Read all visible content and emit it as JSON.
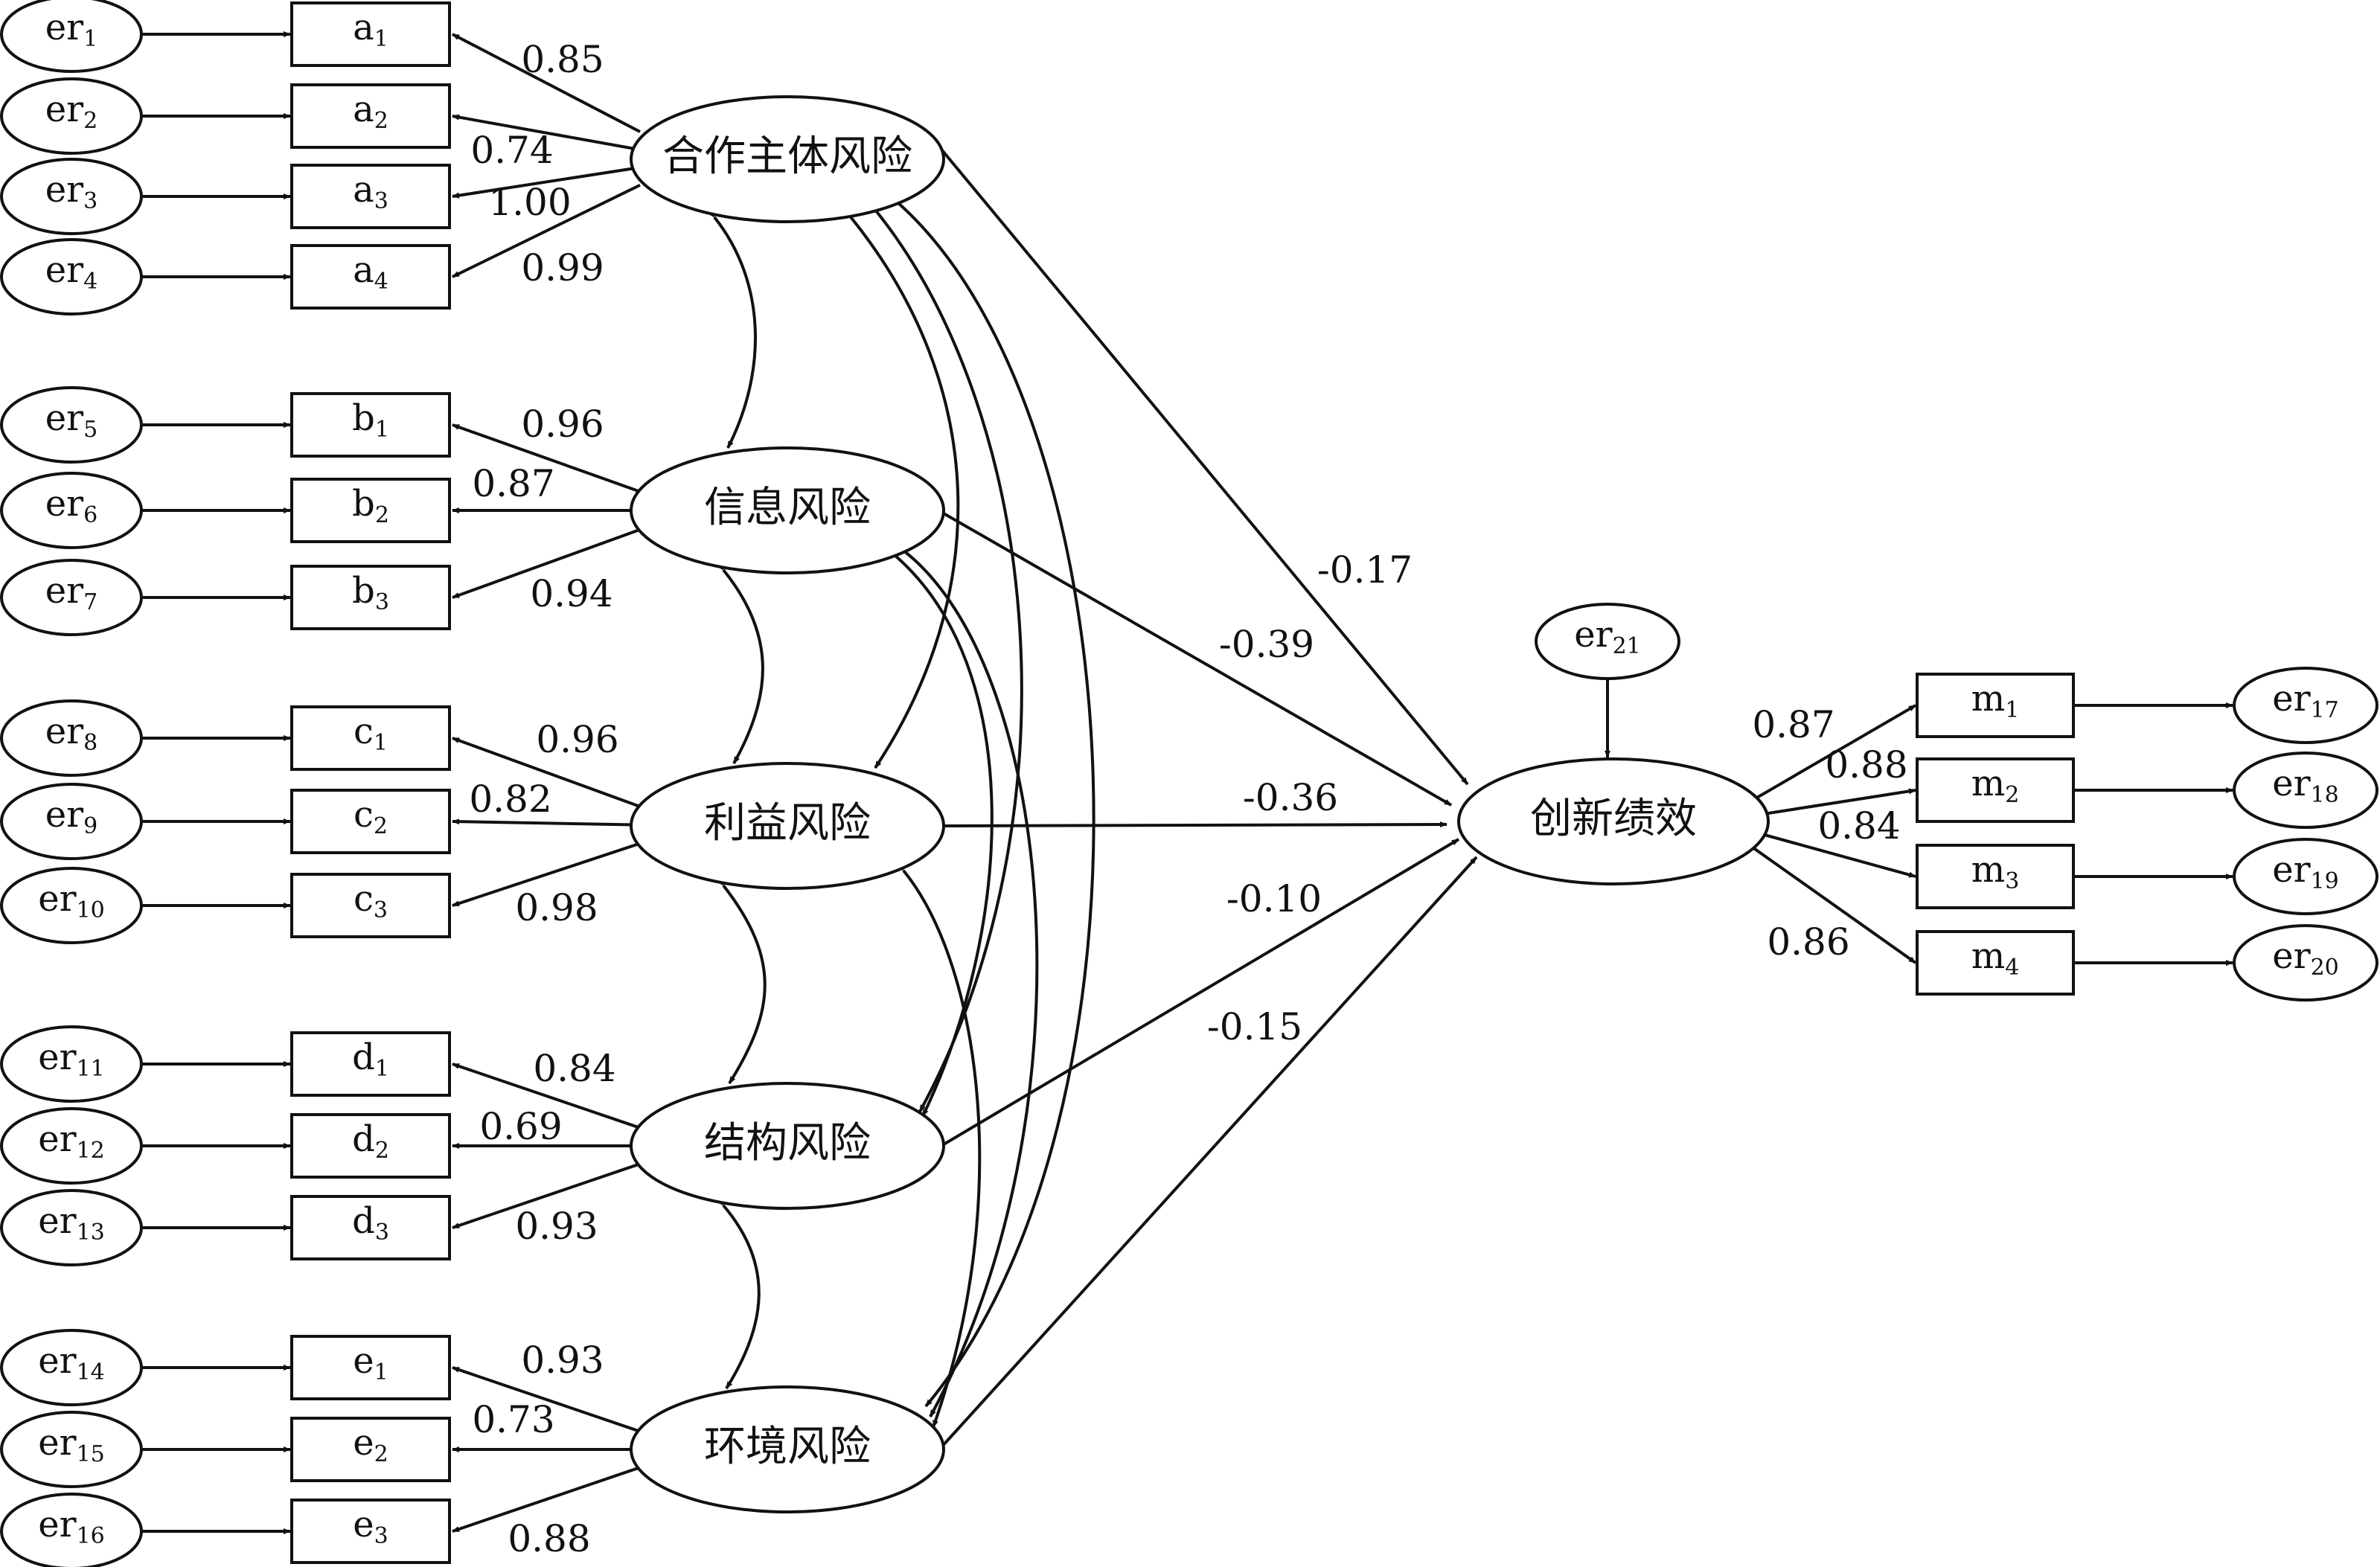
{
  "factors": [
    {
      "id": "A",
      "label": "合作主体风险"
    },
    {
      "id": "B",
      "label": "信息风险"
    },
    {
      "id": "C",
      "label": "利益风险"
    },
    {
      "id": "D",
      "label": "结构风险"
    },
    {
      "id": "E",
      "label": "环境风险"
    }
  ],
  "outcome": {
    "label": "创新绩效"
  },
  "indicators": [
    {
      "factor": "A",
      "base": "a",
      "sub": "1",
      "err_base": "er",
      "err_sub": "1",
      "loading": "0.85"
    },
    {
      "factor": "A",
      "base": "a",
      "sub": "2",
      "err_base": "er",
      "err_sub": "2",
      "loading": "0.74"
    },
    {
      "factor": "A",
      "base": "a",
      "sub": "3",
      "err_base": "er",
      "err_sub": "3",
      "loading": "1.00"
    },
    {
      "factor": "A",
      "base": "a",
      "sub": "4",
      "err_base": "er",
      "err_sub": "4",
      "loading": "0.99"
    },
    {
      "factor": "B",
      "base": "b",
      "sub": "1",
      "err_base": "er",
      "err_sub": "5",
      "loading": "0.96"
    },
    {
      "factor": "B",
      "base": "b",
      "sub": "2",
      "err_base": "er",
      "err_sub": "6",
      "loading": "0.87"
    },
    {
      "factor": "B",
      "base": "b",
      "sub": "3",
      "err_base": "er",
      "err_sub": "7",
      "loading": "0.94"
    },
    {
      "factor": "C",
      "base": "c",
      "sub": "1",
      "err_base": "er",
      "err_sub": "8",
      "loading": "0.96"
    },
    {
      "factor": "C",
      "base": "c",
      "sub": "2",
      "err_base": "er",
      "err_sub": "9",
      "loading": "0.82"
    },
    {
      "factor": "C",
      "base": "c",
      "sub": "3",
      "err_base": "er",
      "err_sub": "10",
      "loading": "0.98"
    },
    {
      "factor": "D",
      "base": "d",
      "sub": "1",
      "err_base": "er",
      "err_sub": "11",
      "loading": "0.84"
    },
    {
      "factor": "D",
      "base": "d",
      "sub": "2",
      "err_base": "er",
      "err_sub": "12",
      "loading": "0.69"
    },
    {
      "factor": "D",
      "base": "d",
      "sub": "3",
      "err_base": "er",
      "err_sub": "13",
      "loading": "0.93"
    },
    {
      "factor": "E",
      "base": "e",
      "sub": "1",
      "err_base": "er",
      "err_sub": "14",
      "loading": "0.93"
    },
    {
      "factor": "E",
      "base": "e",
      "sub": "2",
      "err_base": "er",
      "err_sub": "15",
      "loading": "0.73"
    },
    {
      "factor": "E",
      "base": "e",
      "sub": "3",
      "err_base": "er",
      "err_sub": "16",
      "loading": "0.88"
    }
  ],
  "outcome_indicators": [
    {
      "base": "m",
      "sub": "1",
      "err_base": "er",
      "err_sub": "17",
      "loading": "0.87"
    },
    {
      "base": "m",
      "sub": "2",
      "err_base": "er",
      "err_sub": "18",
      "loading": "0.88"
    },
    {
      "base": "m",
      "sub": "3",
      "err_base": "er",
      "err_sub": "19",
      "loading": "0.84"
    },
    {
      "base": "m",
      "sub": "4",
      "err_base": "er",
      "err_sub": "20",
      "loading": "0.86"
    }
  ],
  "disturbance": {
    "base": "er",
    "sub": "21"
  },
  "paths": [
    {
      "from": "A",
      "coef": "-0.17"
    },
    {
      "from": "B",
      "coef": "-0.39"
    },
    {
      "from": "C",
      "coef": "-0.36"
    },
    {
      "from": "D",
      "coef": "-0.10"
    },
    {
      "from": "E",
      "coef": "-0.15"
    }
  ],
  "covariances": [
    {
      "from": "A",
      "to": "B"
    },
    {
      "from": "A",
      "to": "C"
    },
    {
      "from": "A",
      "to": "D"
    },
    {
      "from": "A",
      "to": "E"
    },
    {
      "from": "B",
      "to": "C"
    },
    {
      "from": "B",
      "to": "D"
    },
    {
      "from": "B",
      "to": "E"
    },
    {
      "from": "C",
      "to": "D"
    },
    {
      "from": "C",
      "to": "E"
    },
    {
      "from": "D",
      "to": "E"
    }
  ]
}
